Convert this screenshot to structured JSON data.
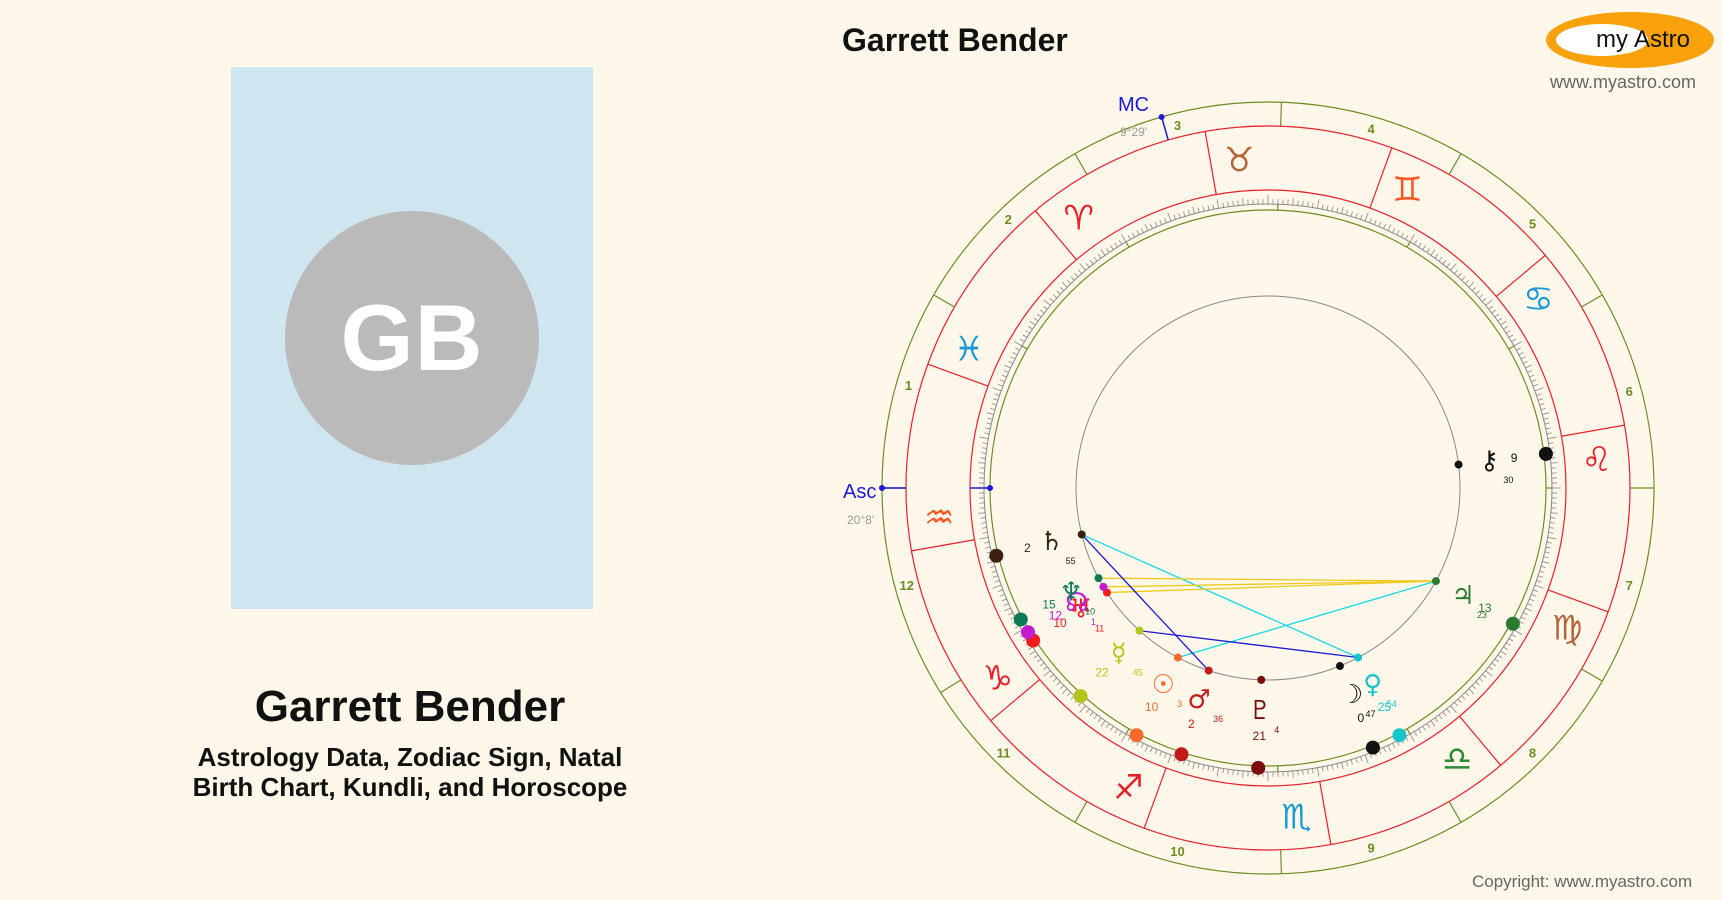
{
  "header": {
    "chart_title": "Garrett Bender",
    "logo_text_my": "my",
    "logo_text_astro": "Astro",
    "logo_url": "www.myastro.com"
  },
  "profile": {
    "initials": "GB",
    "name": "Garrett Bender",
    "subtitle_line1": "Astrology Data, Zodiac Sign, Natal",
    "subtitle_line2": "Birth Chart, Kundli, and Horoscope"
  },
  "footer": {
    "copyright": "Copyright: www.myastro.com"
  },
  "chart_data": {
    "type": "natal-wheel",
    "title": "Garrett Bender",
    "angles": {
      "asc": {
        "label": "Asc",
        "degree": "20°8'"
      },
      "mc": {
        "label": "MC",
        "degree": "9°29'"
      }
    },
    "houses": [
      "1",
      "2",
      "3",
      "4",
      "5",
      "6",
      "7",
      "8",
      "9",
      "10",
      "11",
      "12"
    ],
    "signs": [
      {
        "name": "Aquarius",
        "glyph": "♒",
        "color": "#ff5722"
      },
      {
        "name": "Capricorn",
        "glyph": "♑",
        "color": "#e8202a"
      },
      {
        "name": "Sagittarius",
        "glyph": "♐",
        "color": "#e8202a"
      },
      {
        "name": "Scorpio",
        "glyph": "♏",
        "color": "#1a9ad6"
      },
      {
        "name": "Libra",
        "glyph": "♎",
        "color": "#2e8b3a"
      },
      {
        "name": "Virgo",
        "glyph": "♍",
        "color": "#b5653a"
      },
      {
        "name": "Leo",
        "glyph": "♌",
        "color": "#e8202a"
      },
      {
        "name": "Cancer",
        "glyph": "♋",
        "color": "#1a9ad6"
      },
      {
        "name": "Gemini",
        "glyph": "♊",
        "color": "#ff5722"
      },
      {
        "name": "Taurus",
        "glyph": "♉",
        "color": "#b5653a"
      },
      {
        "name": "Aries",
        "glyph": "♈",
        "color": "#e8202a"
      },
      {
        "name": "Pisces",
        "glyph": "♓",
        "color": "#1a9ad6"
      }
    ],
    "planets": [
      {
        "name": "Sun",
        "glyph": "☉",
        "deg": "10",
        "min": "3",
        "color": "#ff6a2a"
      },
      {
        "name": "Mars",
        "glyph": "♂",
        "deg": "2",
        "min": "36",
        "color": "#c41a1a"
      },
      {
        "name": "Pluto",
        "glyph": "♇",
        "deg": "21",
        "min": "4",
        "color": "#7a0c0c"
      },
      {
        "name": "Moon",
        "glyph": "☽",
        "deg": "0",
        "min": "47",
        "color": "#111111"
      },
      {
        "name": "Venus",
        "glyph": "♀",
        "deg": "25",
        "min": "54",
        "color": "#18c4cc"
      },
      {
        "name": "Mercury",
        "glyph": "☿",
        "deg": "22",
        "min": "45",
        "color": "#b5c41a"
      },
      {
        "name": "Uranus",
        "glyph": "♅",
        "deg": "10",
        "min": "11",
        "color": "#f01c1c"
      },
      {
        "name": "North Node",
        "glyph": "☊",
        "deg": "12",
        "min": "1",
        "color": "#c41ad0"
      },
      {
        "name": "Neptune",
        "glyph": "♆",
        "deg": "15",
        "min": "10",
        "color": "#0e7a5a"
      },
      {
        "name": "Saturn",
        "glyph": "♄",
        "deg": "2",
        "min": "55",
        "color": "#3a2010"
      },
      {
        "name": "Jupiter",
        "glyph": "♃",
        "deg": "13",
        "min": "23",
        "color": "#2a7a30"
      },
      {
        "name": "Chiron",
        "glyph": "⚷",
        "deg": "9",
        "min": "30",
        "color": "#111111"
      }
    ],
    "aspects": [
      {
        "type": "square",
        "color": "#18d8e8"
      },
      {
        "type": "square",
        "color": "#18d8e8"
      },
      {
        "type": "trine",
        "color": "#f0c81a"
      },
      {
        "type": "sextile",
        "color": "#1a1ad8"
      },
      {
        "type": "sextile",
        "color": "#1a1ad8"
      }
    ]
  }
}
